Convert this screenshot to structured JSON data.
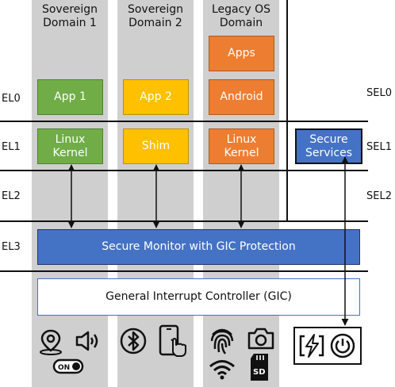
{
  "columns": [
    {
      "title": "Sovereign\nDomain 1"
    },
    {
      "title": "Sovereign\nDomain 2"
    },
    {
      "title": "Legacy OS\nDomain"
    }
  ],
  "levels": {
    "left": [
      "EL0",
      "EL1",
      "EL2",
      "EL3"
    ],
    "right": [
      "SEL0",
      "SEL1",
      "SEL2"
    ]
  },
  "boxes": {
    "app1": "App 1",
    "app2": "App 2",
    "apps": "Apps",
    "android": "Android",
    "linux_kernel_1": "Linux\nKernel",
    "shim": "Shim",
    "linux_kernel_2": "Linux\nKernel",
    "secure_services": "Secure\nServices",
    "secure_monitor": "Secure Monitor with GIC Protection",
    "gic": "General Interrupt Controller (GIC)"
  },
  "device_icons": {
    "domain1": [
      "location-icon",
      "speaker-icon",
      "toggle-switch-icon"
    ],
    "domain1_toggle_text": "ON",
    "domain2": [
      "bluetooth-icon",
      "touchscreen-icon"
    ],
    "legacy": [
      "fingerprint-icon",
      "camera-icon",
      "wifi-icon",
      "sd-card-icon"
    ],
    "legacy_sd_text": "SD",
    "secure": [
      "power-charging-icon",
      "power-button-icon"
    ]
  },
  "colors": {
    "column_bg": "#cfcfcf",
    "green": "#70ad47",
    "yellow": "#ffc000",
    "orange": "#ed7d31",
    "blue": "#4472c4"
  }
}
